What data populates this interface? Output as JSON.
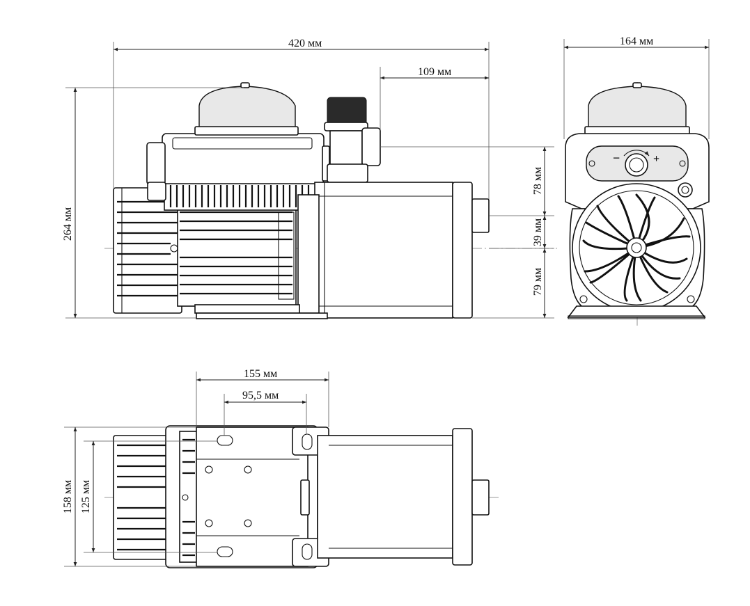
{
  "dimensions": {
    "overall_length": "420 мм",
    "outlet_offset": "109 мм",
    "overall_height": "264 мм",
    "width": "164 мм",
    "upper_section": "78 мм",
    "middle_section": "39 мм",
    "lower_section": "79 мм",
    "base_length": "155 мм",
    "base_hole_spacing": "95,5 мм",
    "base_width": "158 мм",
    "base_hole_width": "125 мм"
  },
  "control_panel": {
    "minus_label": "−",
    "plus_label": "+"
  }
}
